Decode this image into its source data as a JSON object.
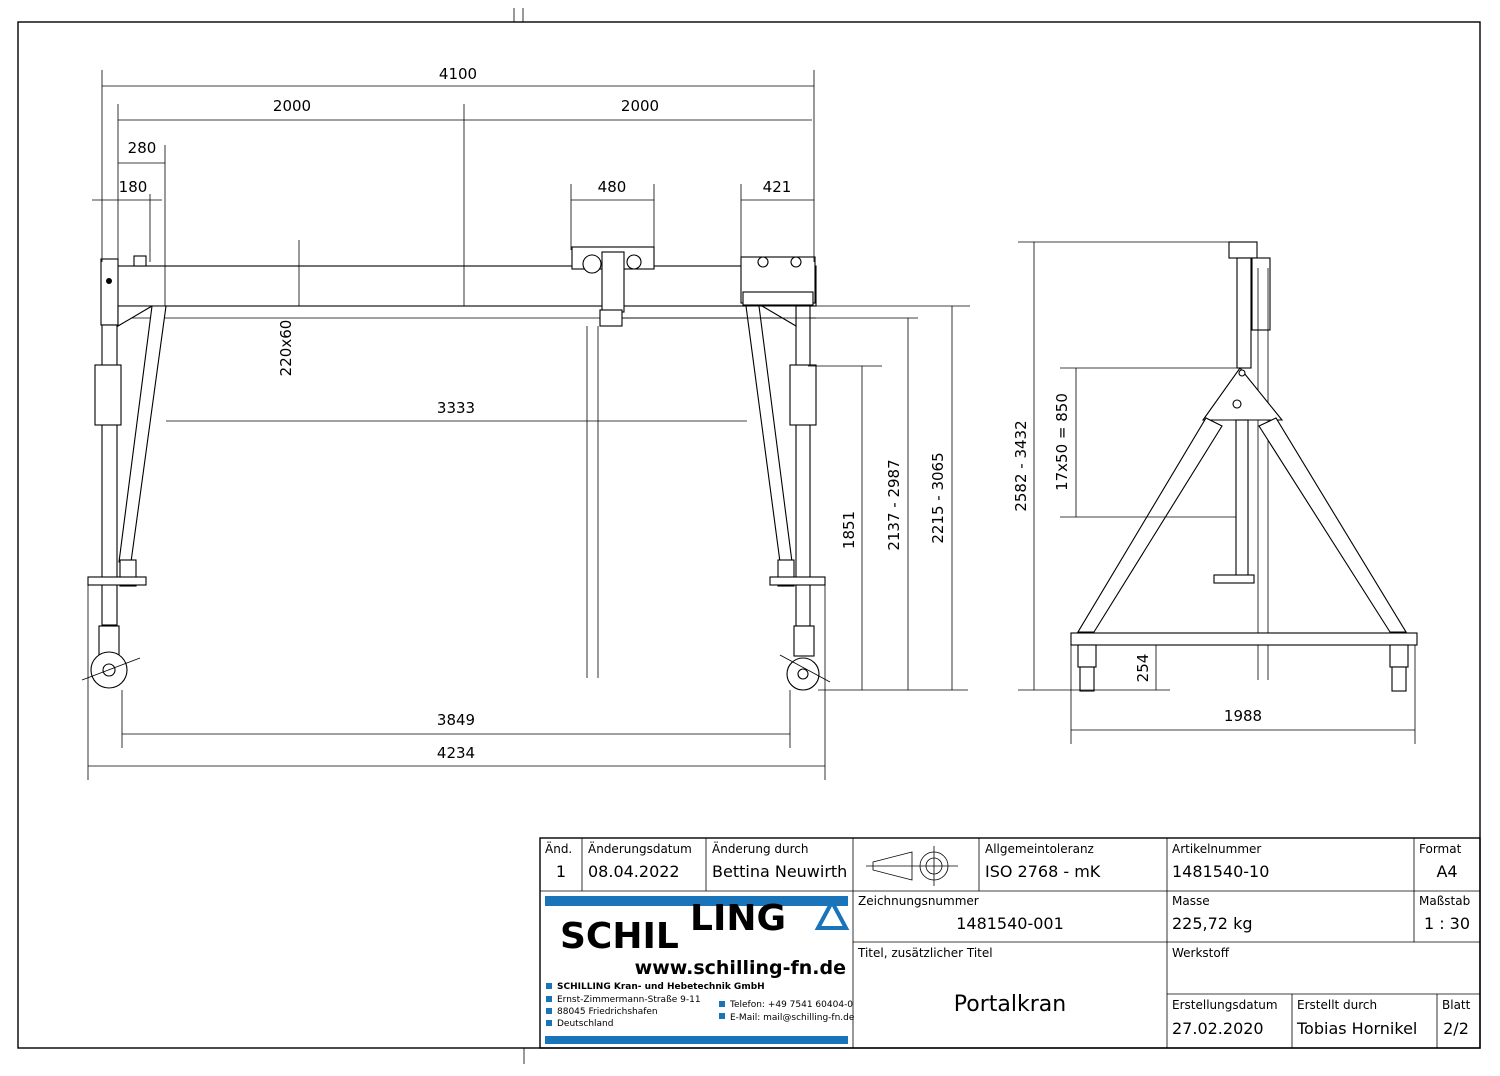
{
  "view_front": {
    "dims": {
      "total_width": "4100",
      "half_left": "2000",
      "half_right": "2000",
      "offset_280": "280",
      "offset_180": "180",
      "trolley": "480",
      "end_plate": "421",
      "beam_profile": "220x60",
      "clear_width": "3333",
      "height_1851": "1851",
      "height_range_1": "2137 - 2987",
      "height_range_2": "2215 - 3065",
      "wheelbase": "3849",
      "overall_width": "4234"
    }
  },
  "view_side": {
    "dims": {
      "total_height": "2582 - 3432",
      "hole_pitch": "17x50 = 850",
      "wheel_height": "254",
      "base_width": "1988"
    }
  },
  "title_block": {
    "headers": {
      "rev": "Änd.",
      "rev_date": "Änderungsdatum",
      "rev_by": "Änderung durch",
      "tolerance": "Allgemeintoleranz",
      "article": "Artikelnummer",
      "format": "Format",
      "drawing_no": "Zeichnungsnummer",
      "mass": "Masse",
      "scale": "Maßstab",
      "title": "Titel, zusätzlicher Titel",
      "material": "Werkstoff",
      "created_date": "Erstellungsdatum",
      "created_by": "Erstellt durch",
      "sheet": "Blatt"
    },
    "values": {
      "rev": "1",
      "rev_date": "08.04.2022",
      "rev_by": "Bettina Neuwirth",
      "tolerance": "ISO 2768 - mK",
      "article": "1481540-10",
      "format": "A4",
      "drawing_no": "1481540-001",
      "mass": "225,72 kg",
      "scale": "1 : 30",
      "title": "Portalkran",
      "material": "",
      "created_date": "27.02.2020",
      "created_by": "Tobias Hornikel",
      "sheet": "2/2"
    }
  },
  "company": {
    "logo_left": "SCHIL",
    "logo_right": "LING",
    "url": "www.schilling-fn.de",
    "name": "SCHILLING Kran- und Hebetechnik GmbH",
    "street": "Ernst-Zimmermann-Straße 9-11",
    "city": "88045 Friedrichshafen",
    "country": "Deutschland",
    "phone": "Telefon: +49 7541 60404-0",
    "email": "E-Mail: mail@schilling-fn.de",
    "brand_color": "#1a74b9",
    "icons": [
      "warning-triangle-icon",
      "bullet-icon"
    ]
  }
}
